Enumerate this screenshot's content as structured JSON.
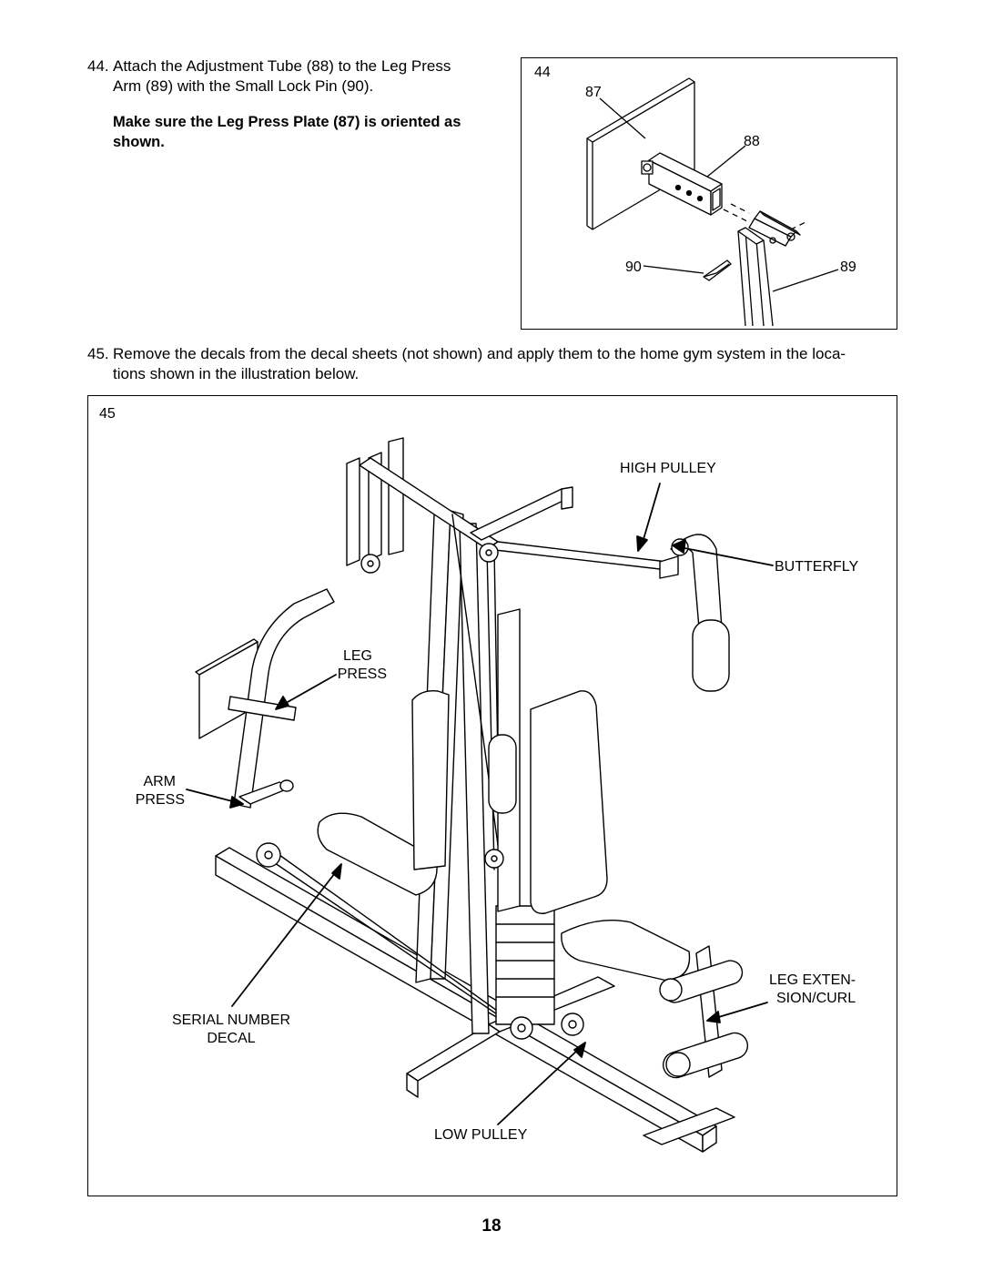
{
  "step44": {
    "number": "44.",
    "line1": "Attach the Adjustment Tube (88) to the Leg Press",
    "line2": "Arm (89) with the Small Lock Pin (90).",
    "note_line1": "Make sure the Leg Press Plate (87) is oriented as",
    "note_line2": "shown."
  },
  "figure44": {
    "figure_number": "44",
    "callouts": {
      "c87": "87",
      "c88": "88",
      "c90": "90",
      "c89": "89"
    }
  },
  "step45": {
    "number": "45.",
    "line1": "Remove the decals from the decal sheets (not shown) and apply them to the home gym system in the loca-",
    "line2": "tions shown in the illustration below."
  },
  "figure45": {
    "figure_number": "45",
    "labels": {
      "high_pulley": "HIGH PULLEY",
      "butterfly": "BUTTERFLY",
      "leg_press_1": "LEG",
      "leg_press_2": "PRESS",
      "arm_press_1": "ARM",
      "arm_press_2": "PRESS",
      "leg_ext_1": "LEG EXTEN-",
      "leg_ext_2": "SION/CURL",
      "serial_1": "SERIAL NUMBER",
      "serial_2": "DECAL",
      "low_pulley": "LOW PULLEY"
    }
  },
  "page_number": "18"
}
